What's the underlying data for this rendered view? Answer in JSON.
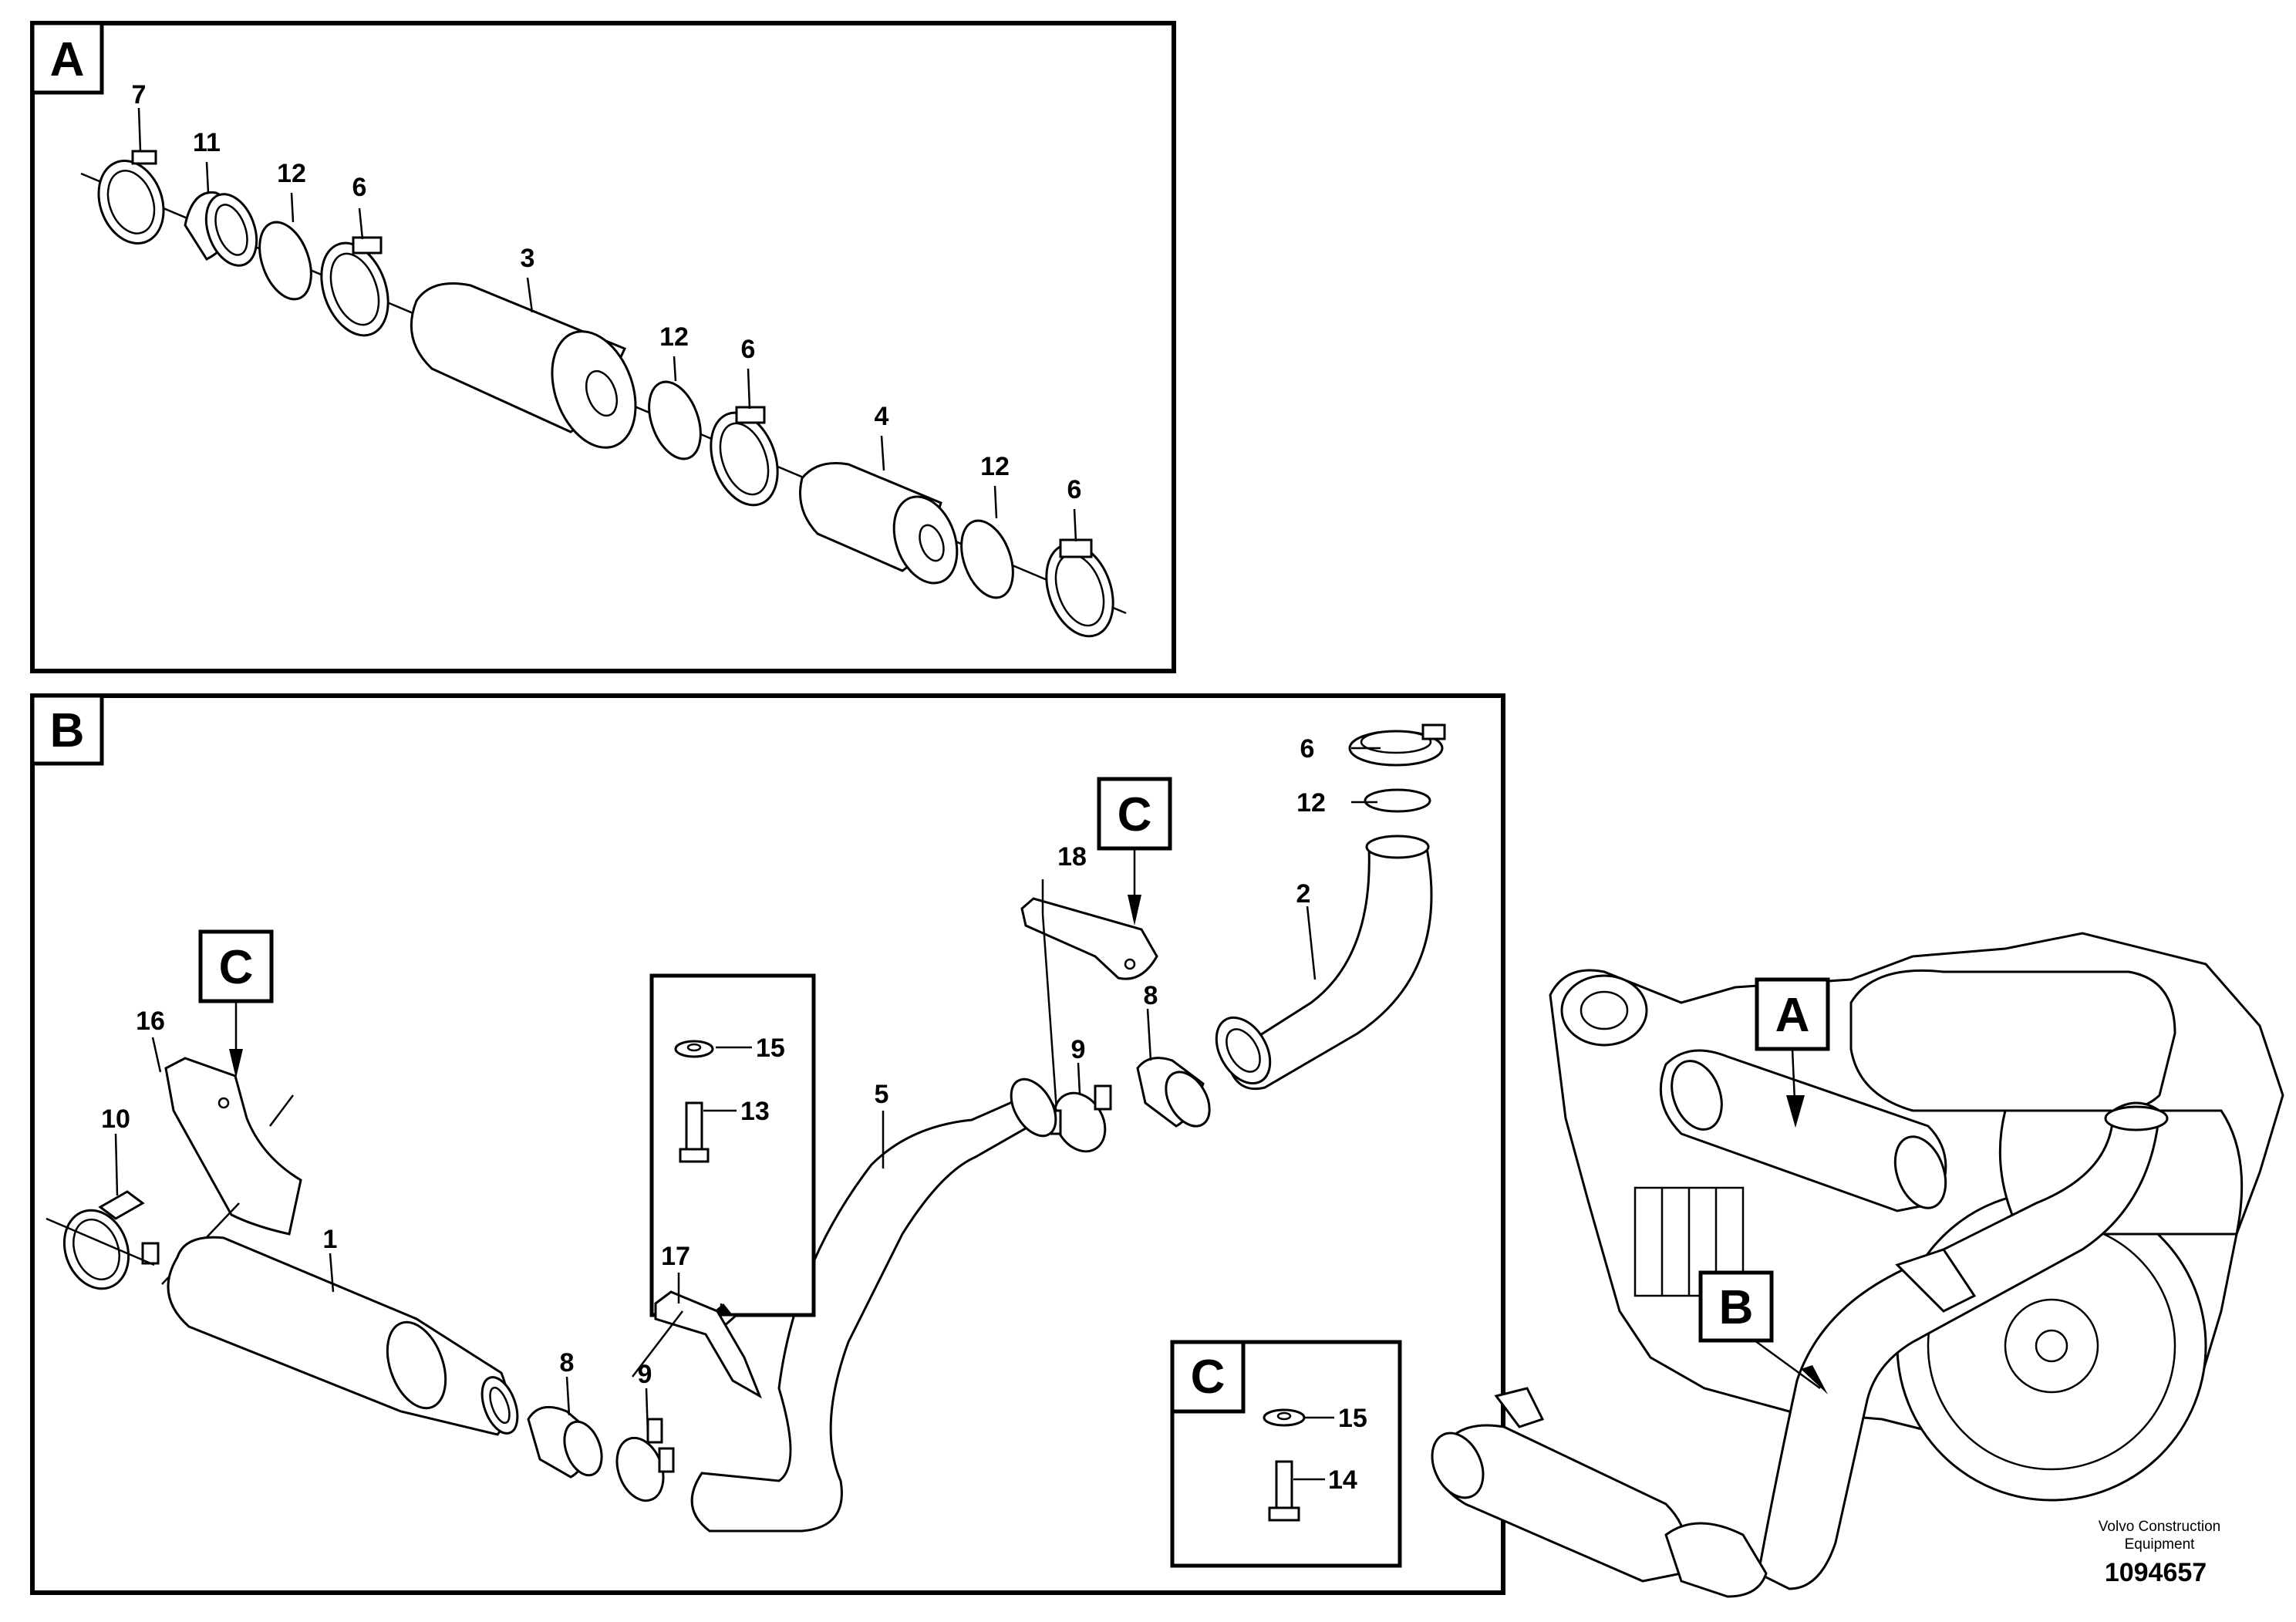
{
  "sections": {
    "A": "A",
    "B": "B",
    "C": "C"
  },
  "callouts": {
    "a_clamp_first": "7",
    "a_sleeve": "11",
    "a_ring_1": "12",
    "a_clamp_1": "6",
    "a_silencer_large": "3",
    "a_ring_2": "12",
    "a_clamp_2": "6",
    "a_silencer_small": "4",
    "a_ring_3": "12",
    "a_clamp_3": "6",
    "b_clamp_top": "6",
    "b_ring_top": "12",
    "b_pipe_upper": "2",
    "b_bracket_upper": "18",
    "b_sleeve_upper": "8",
    "b_clamp_u_upper": "9",
    "b_pipe_middle": "5",
    "b_detail_washer": "15",
    "b_detail_screw": "13",
    "b_bracket_lower": "17",
    "b_bracket_left": "16",
    "b_clamp_left": "10",
    "b_silencer_tail": "1",
    "b_sleeve_lower": "8",
    "b_clamp_u_lower": "9",
    "c_detail_washer": "15",
    "c_detail_screw": "14"
  },
  "branding": {
    "company_line1": "Volvo Construction",
    "company_line2": "Equipment",
    "document_number": "1094657"
  }
}
